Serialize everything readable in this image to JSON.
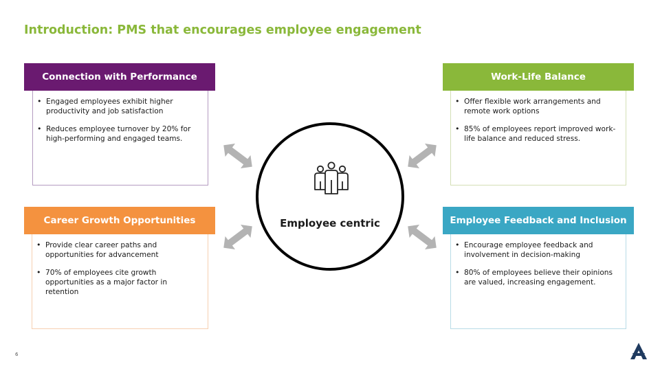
{
  "slide": {
    "title": "Introduction: PMS that encourages employee engagement",
    "page_number": "6"
  },
  "center": {
    "label": "Employee centric",
    "icon": "people-group-icon"
  },
  "cards": {
    "performance": {
      "title": "Connection with Performance",
      "color": "#6a1a70",
      "bullets": [
        "Engaged employees exhibit higher productivity and job satisfaction",
        "Reduces employee turnover by 20% for high-performing and engaged teams."
      ]
    },
    "worklife": {
      "title": "Work-Life Balance",
      "color": "#8ab83a",
      "bullets": [
        "Offer flexible work arrangements and remote work options",
        "85% of employees report improved work-life balance and reduced stress."
      ]
    },
    "career": {
      "title": "Career Growth Opportunities",
      "color": "#f4923f",
      "bullets": [
        "Provide clear career paths and opportunities for advancement",
        "70% of employees cite growth opportunities as a major factor in retention"
      ]
    },
    "feedback": {
      "title": "Employee Feedback and Inclusion",
      "color": "#3aa7c4",
      "bullets": [
        "Encourage employee feedback and involvement in decision-making",
        "80% of employees believe their opinions are valued, increasing engagement."
      ]
    }
  },
  "colors": {
    "arrow": "#b3b3b3",
    "logo": "#1f3a5f"
  }
}
